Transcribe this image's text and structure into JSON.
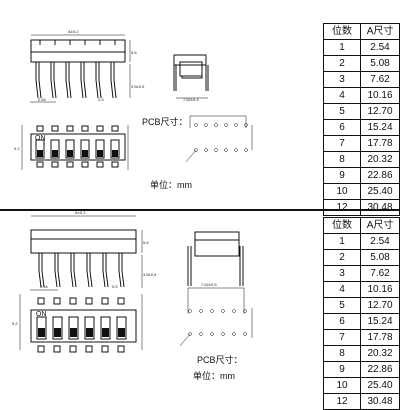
{
  "table": {
    "header": [
      "位数",
      "A尺寸"
    ],
    "rows": [
      [
        "1",
        "2.54"
      ],
      [
        "2",
        "5.08"
      ],
      [
        "3",
        "7.62"
      ],
      [
        "4",
        "10.16"
      ],
      [
        "5",
        "12.70"
      ],
      [
        "6",
        "15.24"
      ],
      [
        "7",
        "17.78"
      ],
      [
        "8",
        "20.32"
      ],
      [
        "9",
        "22.86"
      ],
      [
        "10",
        "25.40"
      ],
      [
        "12",
        "30.48"
      ]
    ]
  },
  "top": {
    "pcb_label": "PCB尺寸：",
    "unit_label": "单位：mm",
    "dims": {
      "a": "A±0.2",
      "pitch": "2.54",
      "pin": "0.5",
      "h1": "5.6",
      "h2": "3.5±0.5",
      "w": "7.62±0.4",
      "body": "9.2",
      "on": "ON"
    }
  },
  "bottom": {
    "pcb_label": "PCB尺寸：",
    "unit_label": "单位：mm",
    "dims": {
      "a": "A±0.2",
      "pitch": "2.54",
      "pin": "0.5",
      "h1": "5.6",
      "h2": "3.5±0.5",
      "w": "7.62±0.5",
      "body": "9.2",
      "on": "ON"
    }
  }
}
